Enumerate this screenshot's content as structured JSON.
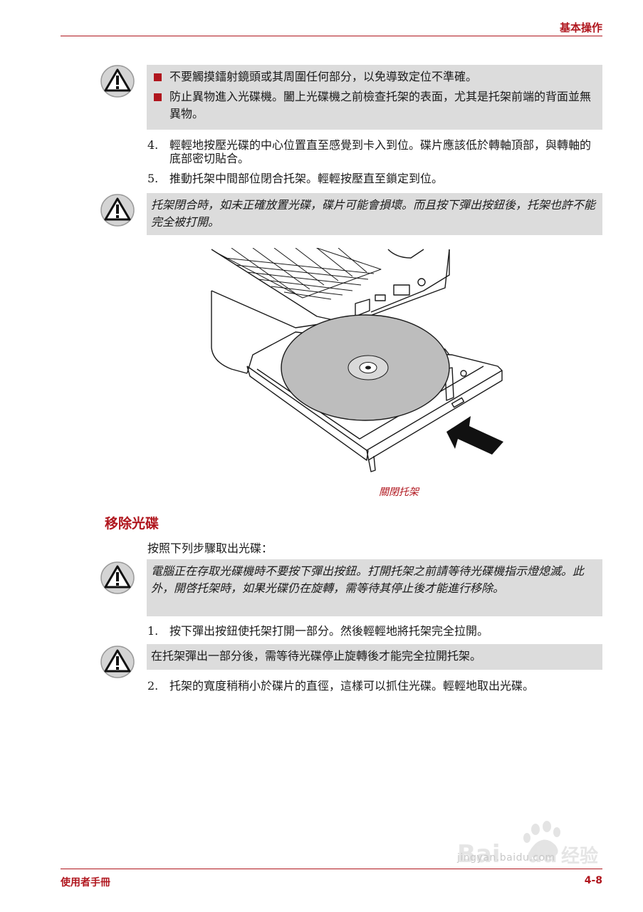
{
  "header": {
    "title": "基本操作"
  },
  "warnings": {
    "w1": {
      "items": [
        "不要觸摸鐳射鏡頭或其周圍任何部分，以免導致定位不準確。",
        "防止異物進入光碟機。闔上光碟機之前檢查托架的表面，尤其是托架前端的背面並無異物。"
      ]
    },
    "w2": {
      "text": "托架閉合時，如未正確放置光碟，碟片可能會損壞。而且按下彈出按鈕後，托架也許不能完全被打開。"
    },
    "w3": {
      "text": "電腦正在存取光碟機時不要按下彈出按鈕。打開托架之前請等待光碟機指示燈熄滅。此外，開啓托架時，如果光碟仍在旋轉，需等待其停止後才能進行移除。"
    },
    "w4": {
      "text": "在托架彈出一部分後，需等待光碟停止旋轉後才能完全拉開托架。"
    }
  },
  "steps": {
    "s4": {
      "num": "4.",
      "text": "輕輕地按壓光碟的中心位置直至感覺到卡入到位。碟片應該低於轉軸頂部，與轉軸的底部密切貼合。"
    },
    "s5": {
      "num": "5.",
      "text": "推動托架中間部位閉合托架。輕輕按壓直至鎖定到位。"
    },
    "r1": {
      "num": "1.",
      "text": "按下彈出按鈕使托架打開一部分。然後輕輕地將托架完全拉開。"
    },
    "r2": {
      "num": "2.",
      "text": "托架的寬度稍稍小於碟片的直徑，這樣可以抓住光碟。輕輕地取出光碟。"
    }
  },
  "figure": {
    "caption": "關閉托架"
  },
  "section": {
    "title": "移除光碟",
    "intro": "按照下列步驟取出光碟："
  },
  "footer": {
    "left": "使用者手冊",
    "right": "4-8"
  },
  "watermark": {
    "text": "jingyan.baidu.com"
  },
  "colors": {
    "accent": "#b0161e",
    "note_bg": "#dcdcdc"
  }
}
